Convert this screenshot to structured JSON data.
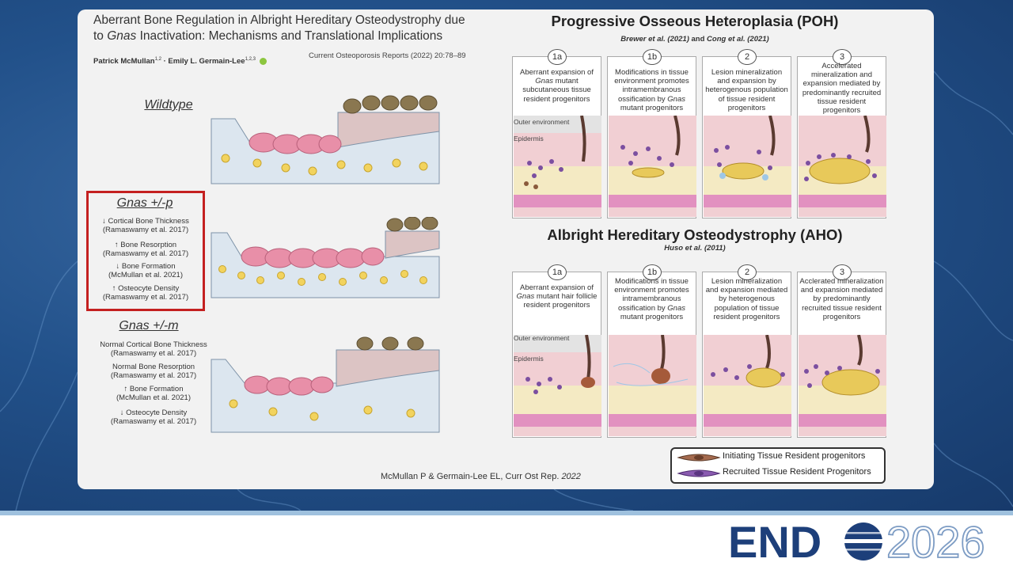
{
  "paper": {
    "title_line1": "Aberrant Bone Regulation in Albright Hereditary Osteodystrophy due",
    "title_line2_pre": "to ",
    "title_line2_gene": "Gnas",
    "title_line2_post": " Inactivation: Mechanisms and Translational Implications",
    "author1": "Patrick McMullan",
    "author1_aff": "1,2",
    "author_sep": " · ",
    "author2": "Emily L. Germain-Lee",
    "author2_aff": "1,2,3",
    "journal": "Current Osteoporosis Reports (2022) 20:78–89"
  },
  "left": {
    "wildtype_label": "Wildtype",
    "gnas_p_label": "Gnas +/-p",
    "gnas_p_effects": [
      {
        "l1": "↓ Cortical Bone Thickness",
        "l2": "(Ramaswamy et al. 2017)"
      },
      {
        "l1": "↑ Bone Resorption",
        "l2": "(Ramaswamy et al. 2017)"
      },
      {
        "l1": "↓ Bone Formation",
        "l2": "(McMullan et al. 2021)"
      },
      {
        "l1": "↑ Osteocyte Density",
        "l2": "(Ramaswamy et al. 2017)"
      }
    ],
    "gnas_m_label": "Gnas +/-m",
    "gnas_m_effects": [
      {
        "l1": "Normal Cortical Bone Thickness",
        "l2": "(Ramaswamy et al. 2017)"
      },
      {
        "l1": "Normal Bone Resorption",
        "l2": "(Ramaswamy et al. 2017)"
      },
      {
        "l1": "↑ Bone Formation",
        "l2": "(McMullan et al. 2021)"
      },
      {
        "l1": "↓ Osteocyte Density",
        "l2": "(Ramaswamy et al. 2017)"
      }
    ]
  },
  "poh": {
    "title": "Progressive Osseous Heteroplasia (POH)",
    "cite_a": "Brewer et al. (2021)",
    "cite_and": " and ",
    "cite_b": "Cong et al. (2021)",
    "panels": [
      {
        "num": "1a",
        "text": "Aberrant expansion of Gnas mutant subcutaneous tissue resident progenitors"
      },
      {
        "num": "1b",
        "text": "Modifications in tissue environment promotes intramembranous ossification by Gnas mutant progenitors"
      },
      {
        "num": "2",
        "text": "Lesion mineralization and expansion by heterogenous population of tissue resident progenitors"
      },
      {
        "num": "3",
        "text": "Accelerated mineralization and expansion mediated by predominantly recruited tissue resident progenitors"
      }
    ],
    "outer_env": "Outer environment",
    "epidermis": "Epidermis"
  },
  "aho": {
    "title": "Albright Hereditary Osteodystrophy (AHO)",
    "cite": "Huso et al. (2011)",
    "panels": [
      {
        "num": "1a",
        "text": "Aberrant expansion of Gnas mutant hair follicle resident progenitors"
      },
      {
        "num": "1b",
        "text": "Modifications in tissue environment promotes intramembranous ossification by Gnas mutant progenitors"
      },
      {
        "num": "2",
        "text": "Lesion mineralization and expansion mediated by heterogenous population of tissue resident progenitors"
      },
      {
        "num": "3",
        "text": "Acclerated mineralization and expansion mediated by predominantly recruited tissue resident progenitors"
      }
    ],
    "outer_env": "Outer environment",
    "epidermis": "Epidermis"
  },
  "legend": {
    "initiating": "Initiating Tissue Resident progenitors",
    "recruited": "Recruited Tissue Resident Progenitors"
  },
  "credit": {
    "text": "McMullan P & Germain-Lee EL, Curr Ost Rep. ",
    "year": "2022"
  },
  "logo": {
    "part1": "END",
    "year": "2026"
  },
  "colors": {
    "red_box": "#c42020",
    "logo_navy": "#1d3f7a",
    "logo_light": "#7d9cc4"
  }
}
